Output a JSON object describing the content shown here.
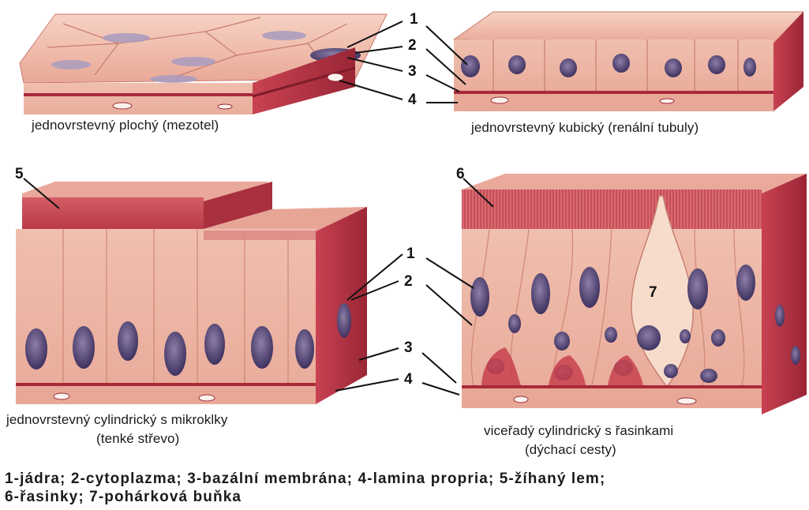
{
  "panels": {
    "squamous": {
      "caption": "jednovrstevný plochý (mezotel)"
    },
    "cuboidal": {
      "caption": "jednovrstevný kubický (renální tubuly)"
    },
    "columnar": {
      "caption_line1": "jednovrstevný cylindrický s mikroklky",
      "caption_line2": "(tenké střevo)"
    },
    "pseudostratified": {
      "caption_line1": "viceřadý cylindrický s řasinkami",
      "caption_line2": "(dýchací cesty)"
    }
  },
  "markers": {
    "n1": "1",
    "n2": "2",
    "n3": "3",
    "n4": "4",
    "n5": "5",
    "n6": "6",
    "n7": "7"
  },
  "legend": {
    "line1": "1-jádra; 2-cytoplazma; 3-bazální membrána; 4-lamina propria; 5-žíhaný lem;",
    "line2": "6-řasinky; 7-pohárková buňka"
  },
  "colors": {
    "tissue_light": "#f2c6b6",
    "tissue_mid": "#e8a394",
    "tissue_dark": "#c1404c",
    "membrane": "#a82a3a",
    "nucleus": "#5a4a7a"
  }
}
